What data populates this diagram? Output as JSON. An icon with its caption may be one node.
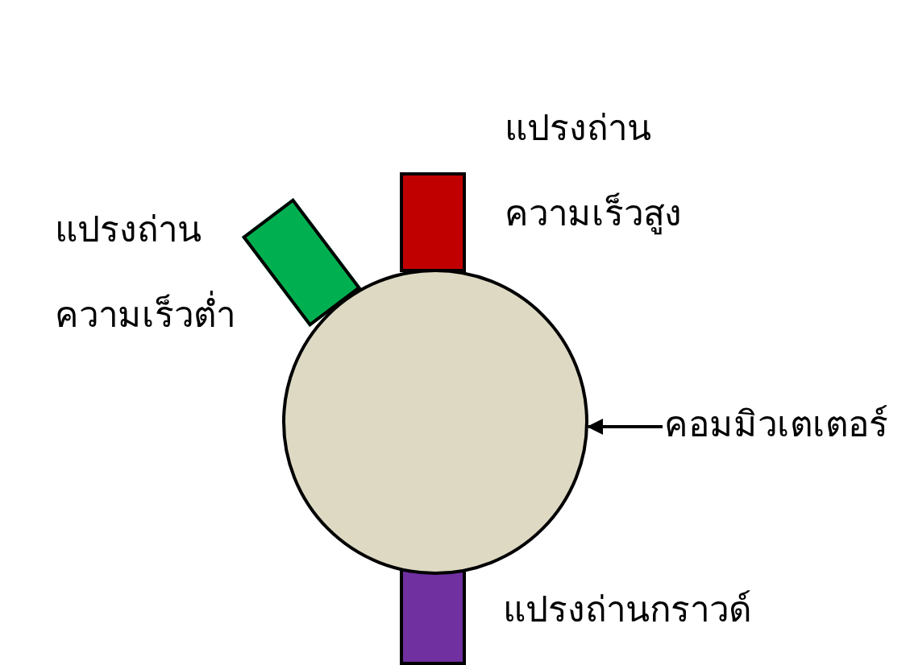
{
  "diagram": {
    "nodes": [
      {
        "text": [
          "แปรงถ่าน ความเร็วสูง"
        ]
      },
      {
        "text": [
          "แปรงถ่าน ความเร็วต่ำ"
        ]
      },
      {
        "text": [],
        "shape": "circle"
      },
      {
        "text": [
          "คอมมิวเตเตอร์"
        ]
      },
      {
        "text": [
          "แปรงถ่านกราวด์"
        ]
      }
    ],
    "edges": [
      {
        "from": 3,
        "to": 2,
        "arrow": "to"
      }
    ]
  }
}
